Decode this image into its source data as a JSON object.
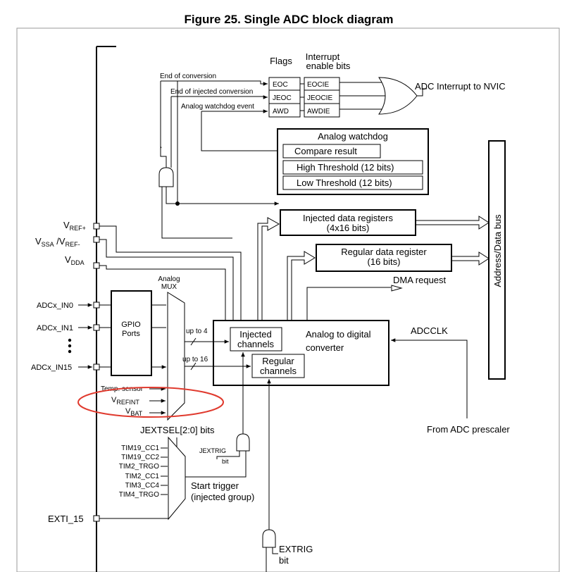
{
  "title": "Figure 25. Single ADC block diagram",
  "flags": {
    "header": "Flags",
    "items": [
      "EOC",
      "JEOC",
      "AWD"
    ]
  },
  "interrupt": {
    "header_line1": "Interrupt",
    "header_line2": "enable bits",
    "items": [
      "EOCIE",
      "JEOCIE",
      "AWDIE"
    ],
    "output": "ADC Interrupt to NVIC"
  },
  "events": {
    "end_of_conversion": "End of conversion",
    "end_of_injected": "End of injected conversion",
    "watchdog_event": "Analog watchdog event"
  },
  "watchdog": {
    "title": "Analog watchdog",
    "rows": [
      "Compare result",
      "High Threshold (12 bits)",
      "Low Threshold (12 bits)"
    ]
  },
  "injected_regs": {
    "line1": "Injected data registers",
    "line2": "(4x16 bits)"
  },
  "regular_reg": {
    "line1": "Regular data register",
    "line2": "(16 bits)"
  },
  "dma": "DMA request",
  "bus": "Address/Data bus",
  "power_pins": {
    "vref_plus": {
      "main": "V",
      "sub": "REF+"
    },
    "vssa": {
      "main1": "V",
      "sub1": "SSA",
      "main2": " /V",
      "sub2": "REF-"
    },
    "vdda": {
      "main": "V",
      "sub": "DDA"
    }
  },
  "inputs": {
    "in0": "ADCx_IN0",
    "in1": "ADCx_IN1",
    "in15": "ADCx_IN15",
    "gpio_line1": "GPIO",
    "gpio_line2": "Ports",
    "mux_line1": "Analog",
    "mux_line2": "MUX",
    "temp": "Temp. sensor",
    "vrefint": {
      "main": "V",
      "sub": "REFINT"
    },
    "vbat": {
      "main": "V",
      "sub": "BAT"
    }
  },
  "adc": {
    "line1": "Analog to digital",
    "line2": "converter",
    "injected_line1": "Injected",
    "injected_line2": "channels",
    "regular_line1": "Regular",
    "regular_line2": "channels",
    "up_to_4": "up to 4",
    "up_to_16": "up to 16",
    "clock": "ADCCLK",
    "prescaler": "From ADC prescaler"
  },
  "trigger": {
    "jextsel": "JEXTSEL[2:0] bits",
    "sources": [
      "TIM19_CC1",
      "TIM19_CC2",
      "TIM2_TRGO",
      "TIM2_CC1",
      "TIM3_CC4",
      "TIM4_TRGO"
    ],
    "exti": "EXTI_15",
    "jextrig_line1": "JEXTRIG",
    "jextrig_line2": "bit",
    "start_line1": "Start trigger",
    "start_line2": "(injected group)",
    "extrig_line1": "EXTRIG",
    "extrig_line2": "bit"
  }
}
